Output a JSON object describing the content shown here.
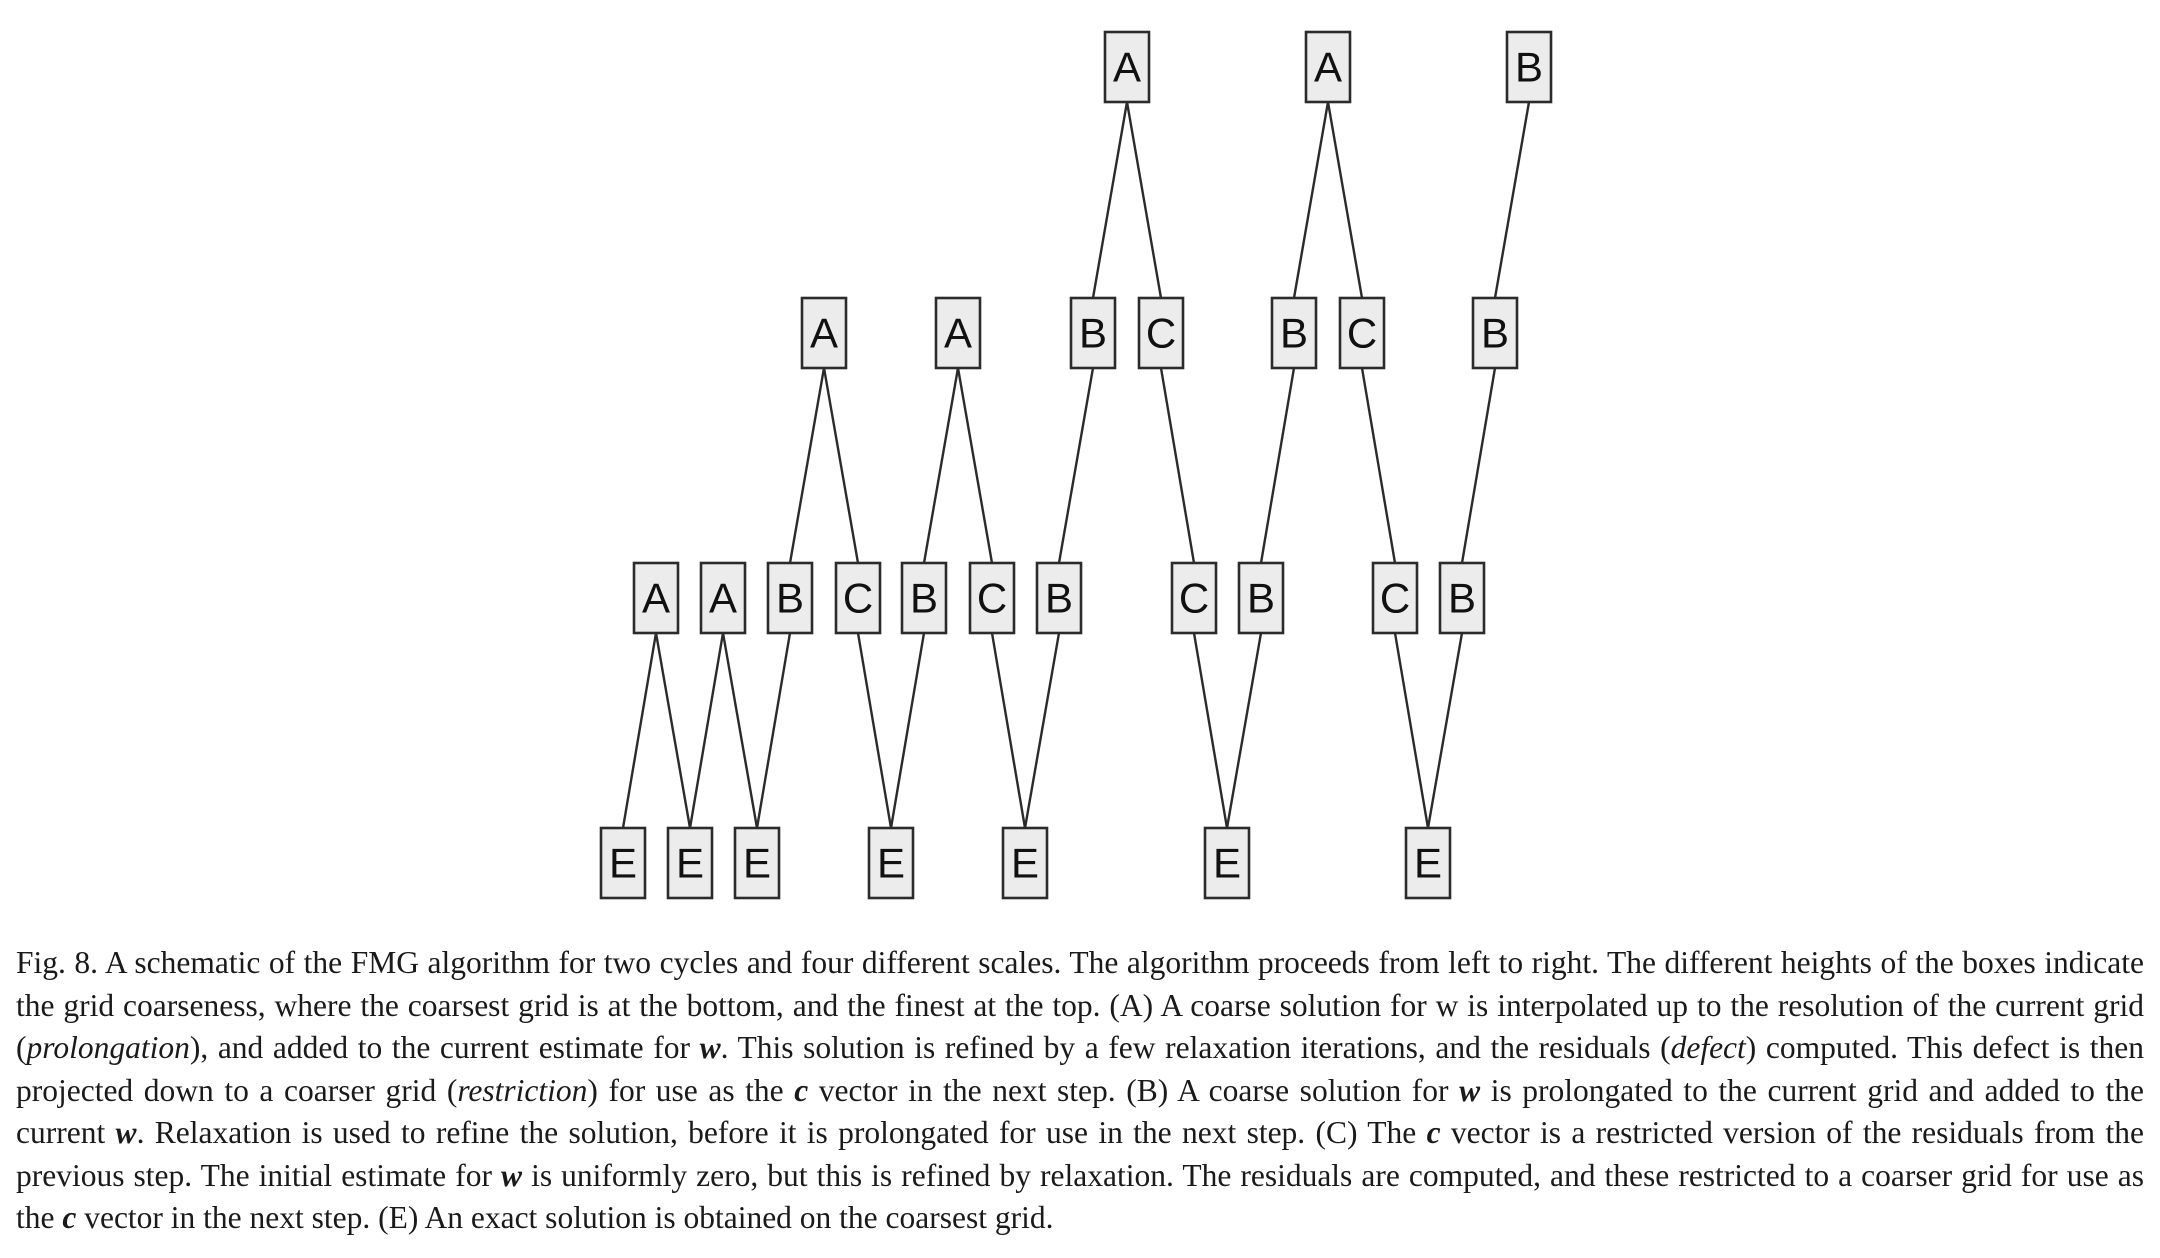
{
  "diagram": {
    "nodes": [
      {
        "id": "t1",
        "label": "A"
      },
      {
        "id": "t2",
        "label": "A"
      },
      {
        "id": "t3",
        "label": "B"
      },
      {
        "id": "m1",
        "label": "A"
      },
      {
        "id": "m2",
        "label": "A"
      },
      {
        "id": "m3",
        "label": "B"
      },
      {
        "id": "m4",
        "label": "C"
      },
      {
        "id": "m5",
        "label": "B"
      },
      {
        "id": "m6",
        "label": "C"
      },
      {
        "id": "m7",
        "label": "B"
      },
      {
        "id": "r1",
        "label": "A"
      },
      {
        "id": "r2",
        "label": "A"
      },
      {
        "id": "r3",
        "label": "B"
      },
      {
        "id": "r4",
        "label": "C"
      },
      {
        "id": "r5",
        "label": "B"
      },
      {
        "id": "r6",
        "label": "C"
      },
      {
        "id": "r7",
        "label": "B"
      },
      {
        "id": "r8",
        "label": "C"
      },
      {
        "id": "r9",
        "label": "B"
      },
      {
        "id": "r10",
        "label": "C"
      },
      {
        "id": "r11",
        "label": "B"
      },
      {
        "id": "b1",
        "label": "E"
      },
      {
        "id": "b2",
        "label": "E"
      },
      {
        "id": "b3",
        "label": "E"
      },
      {
        "id": "b4",
        "label": "E"
      },
      {
        "id": "b5",
        "label": "E"
      },
      {
        "id": "b6",
        "label": "E"
      },
      {
        "id": "b7",
        "label": "E"
      }
    ],
    "edges": [
      [
        "b1",
        "r1"
      ],
      [
        "r1",
        "b2"
      ],
      [
        "b2",
        "r2"
      ],
      [
        "r2",
        "b3"
      ],
      [
        "b3",
        "r3"
      ],
      [
        "r3",
        "m1"
      ],
      [
        "m1",
        "r4"
      ],
      [
        "r4",
        "b4"
      ],
      [
        "b4",
        "r5"
      ],
      [
        "r5",
        "m2"
      ],
      [
        "m2",
        "r6"
      ],
      [
        "r6",
        "b5"
      ],
      [
        "b5",
        "r7"
      ],
      [
        "r7",
        "m3"
      ],
      [
        "m3",
        "t1"
      ],
      [
        "t1",
        "m4"
      ],
      [
        "m4",
        "r8"
      ],
      [
        "r8",
        "b6"
      ],
      [
        "b6",
        "r9"
      ],
      [
        "r9",
        "m5"
      ],
      [
        "m5",
        "t2"
      ],
      [
        "t2",
        "m6"
      ],
      [
        "m6",
        "r10"
      ],
      [
        "r10",
        "b7"
      ],
      [
        "b7",
        "r11"
      ],
      [
        "r11",
        "m7"
      ],
      [
        "m7",
        "t3"
      ]
    ]
  },
  "caption": {
    "s1": "Fig. 8. A schematic of the FMG algorithm for two cycles and four different scales. The algorithm proceeds from left to right. The different heights of the boxes indicate the grid coarseness, where the coarsest grid is at the bottom, and the finest at the top. (A) A coarse solution for w is interpolated up to the resolution of the current grid (",
    "prolongation": "prolongation",
    "s2": "), and added to the current estimate for ",
    "w": "w",
    "s3": ". This solution is refined by a few relaxation iterations, and the residuals (",
    "defect": "defect",
    "s4": ") computed. This defect is then projected down to a coarser grid (",
    "restriction": "restriction",
    "s5": ") for use as the ",
    "c": "c",
    "s6": " vector in the next step. (B) A coarse solution for ",
    "s7": " is prolongated to the current grid and added to the current ",
    "s8": ". Relaxation is used to refine the solution, before it is prolongated for use in the next step. (C) The ",
    "s9": " vector is a restricted version of the residuals from the previous step. The initial estimate for ",
    "s10": " is uniformly zero, but this is refined by relaxation. The residuals are computed, and these restricted to a coarser grid for use as the ",
    "s11": " vector in the next step. (E) An exact solution is obtained on the coarsest grid."
  }
}
